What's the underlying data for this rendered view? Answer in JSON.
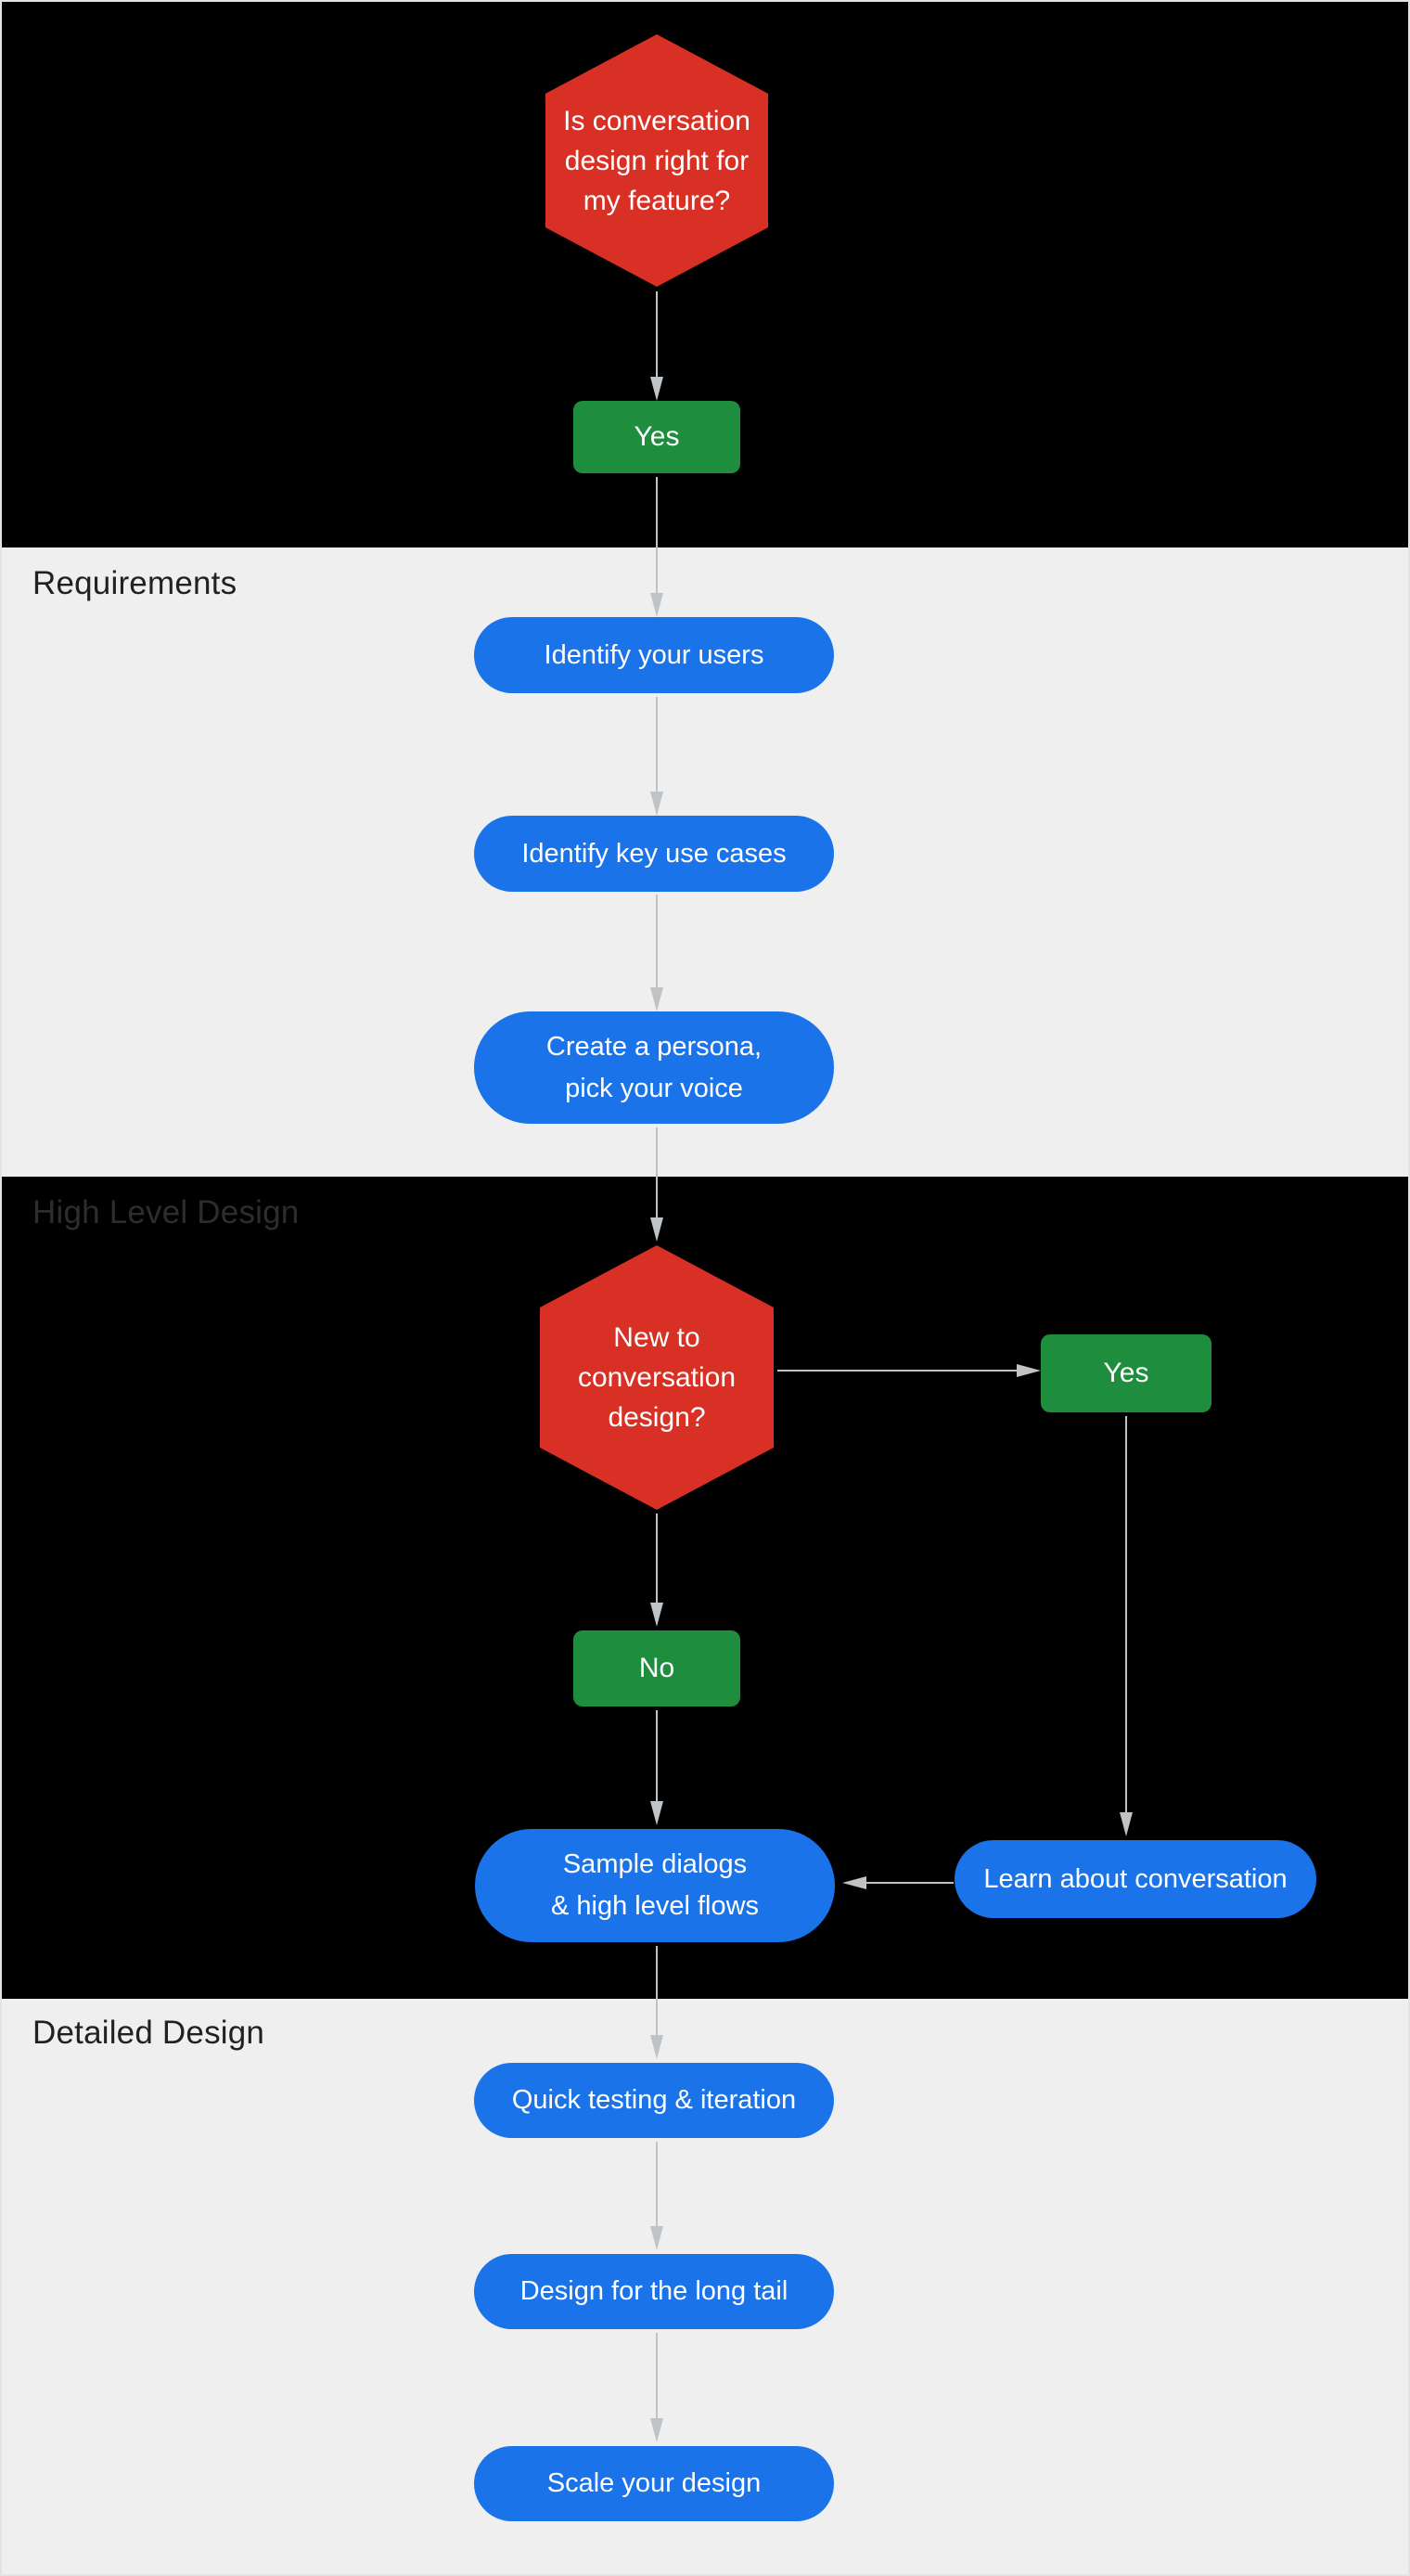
{
  "sections": {
    "requirements": "Requirements",
    "high_level_design": "High Level Design",
    "detailed_design": "Detailed Design"
  },
  "nodes": {
    "decision_start": {
      "label": "Is conversation\ndesign right for\nmy feature?"
    },
    "answer_yes_start": {
      "label": "Yes"
    },
    "identify_users": {
      "label": "Identify your users"
    },
    "identify_use_cases": {
      "label": "Identify key use cases"
    },
    "create_persona": {
      "label": "Create a persona,\npick your voice"
    },
    "decision_new": {
      "label": "New to\nconversation\ndesign?"
    },
    "answer_yes_new": {
      "label": "Yes"
    },
    "answer_no_new": {
      "label": "No"
    },
    "sample_dialogs": {
      "label": "Sample dialogs\n& high level flows"
    },
    "learn_conversation": {
      "label": "Learn about conversation"
    },
    "quick_testing": {
      "label": "Quick testing & iteration"
    },
    "design_long_tail": {
      "label": "Design for the long tail"
    },
    "scale_design": {
      "label": "Scale your design"
    }
  },
  "colors": {
    "decision_red": "#d93025",
    "answer_green": "#1e8e3e",
    "step_blue": "#1a73e8",
    "section_dark": "#000000",
    "section_light": "#efefef",
    "arrow_gray": "#bfc3c6",
    "label_dark": "#202124",
    "label_on_black": "#2b2d31"
  }
}
